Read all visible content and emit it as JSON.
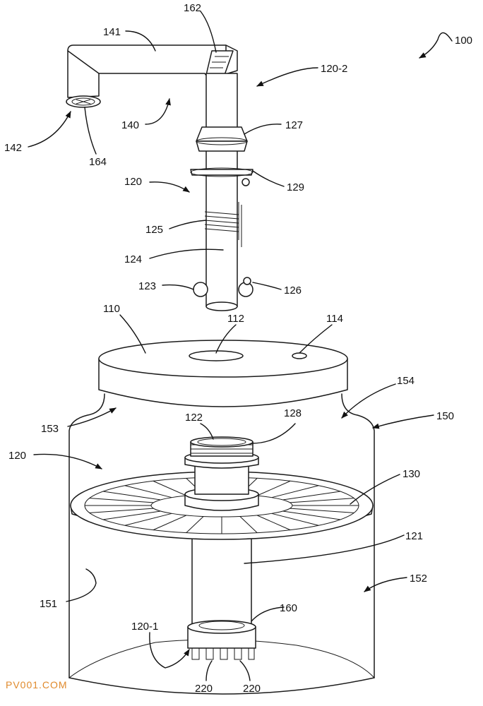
{
  "figure": {
    "reference_numerals": {
      "system": "100",
      "lid": "110",
      "lid_center_opening": "112",
      "lid_side_opening": "114",
      "tube_assembly": "120",
      "tube_assembly_lower": "120",
      "tube_lower_end": "120-1",
      "tube_upper_end": "120-2",
      "lower_tube": "121",
      "threaded_top": "122",
      "float_left": "123",
      "tube": "124",
      "coil": "125",
      "float_right": "126",
      "collar": "127",
      "thread_fitting": "128",
      "clip_ring": "129",
      "disc": "130",
      "spout": "140",
      "spout_arm": "141",
      "spout_outlet": "142",
      "jar": "150",
      "jar_inner_wall": "151",
      "jar_body": "152",
      "jar_neck_left": "153",
      "jar_neck_right": "154",
      "base_cap": "160",
      "spout_screen": "162",
      "outlet_screen": "164",
      "teeth_left": "220",
      "teeth_right": "220"
    }
  },
  "watermark": "PV001.COM"
}
